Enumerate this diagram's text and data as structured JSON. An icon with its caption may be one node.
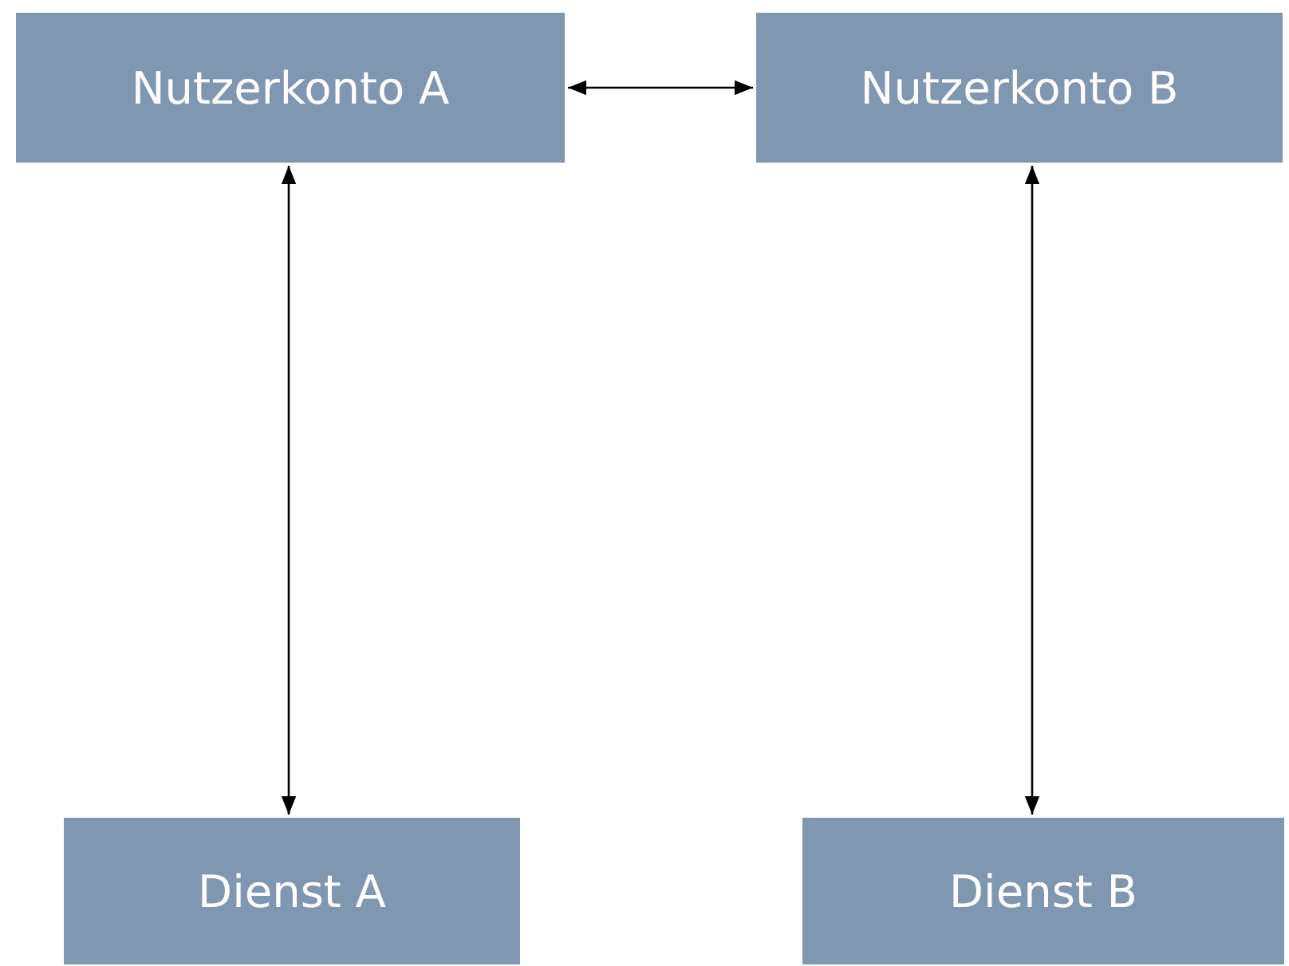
{
  "diagram": {
    "nodes": [
      {
        "text": [
          "Nutzerkonto A"
        ]
      },
      {
        "text": [
          "Nutzerkonto B"
        ]
      },
      {
        "text": [
          "Dienst A"
        ]
      },
      {
        "text": [
          "Dienst B"
        ]
      }
    ],
    "edges": [
      {
        "from": 0,
        "to": 1,
        "arrow": "both"
      },
      {
        "from": 0,
        "to": 2,
        "arrow": "both"
      },
      {
        "from": 1,
        "to": 3,
        "arrow": "both"
      }
    ]
  }
}
